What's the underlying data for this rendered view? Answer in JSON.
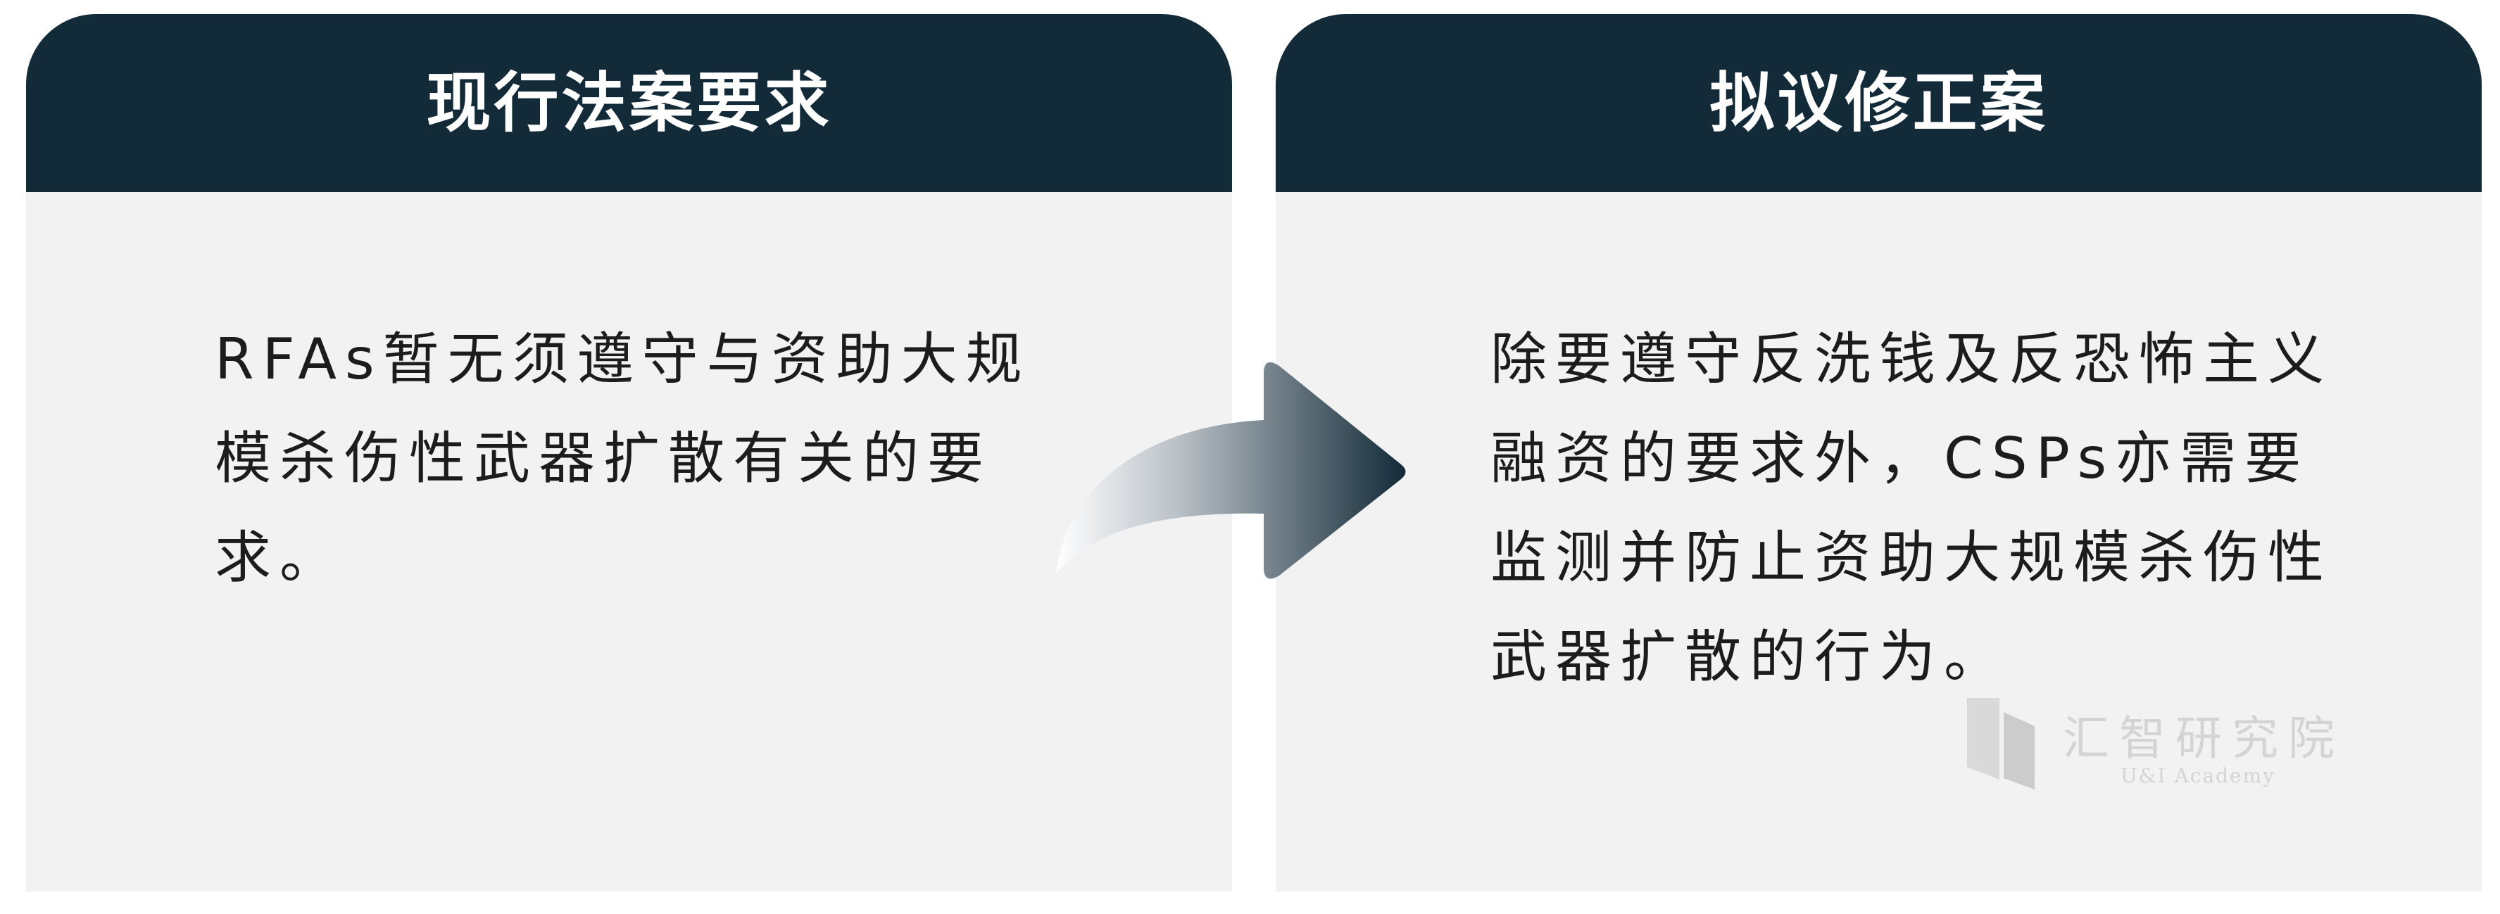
{
  "panels": {
    "current": {
      "title": "现行法案要求",
      "body": "RFAs暂无须遵守与资助大规模杀伤性武器扩散有关的要求。"
    },
    "proposed": {
      "title": "拟议修正案",
      "body": "除要遵守反洗钱及反恐怖主义融资的要求外，CSPs亦需要监测并防止资助大规模杀伤性武器扩散的行为。"
    }
  },
  "watermark": {
    "name": "汇智研究院",
    "subtitle": "U&I Academy"
  },
  "colors": {
    "header": "#132a38",
    "panel_bg": "#f2f2f2",
    "text": "#1c1c1c",
    "watermark": "#d4d4d4"
  },
  "icons": [
    "curved-arrow-icon",
    "academy-logo-icon"
  ]
}
